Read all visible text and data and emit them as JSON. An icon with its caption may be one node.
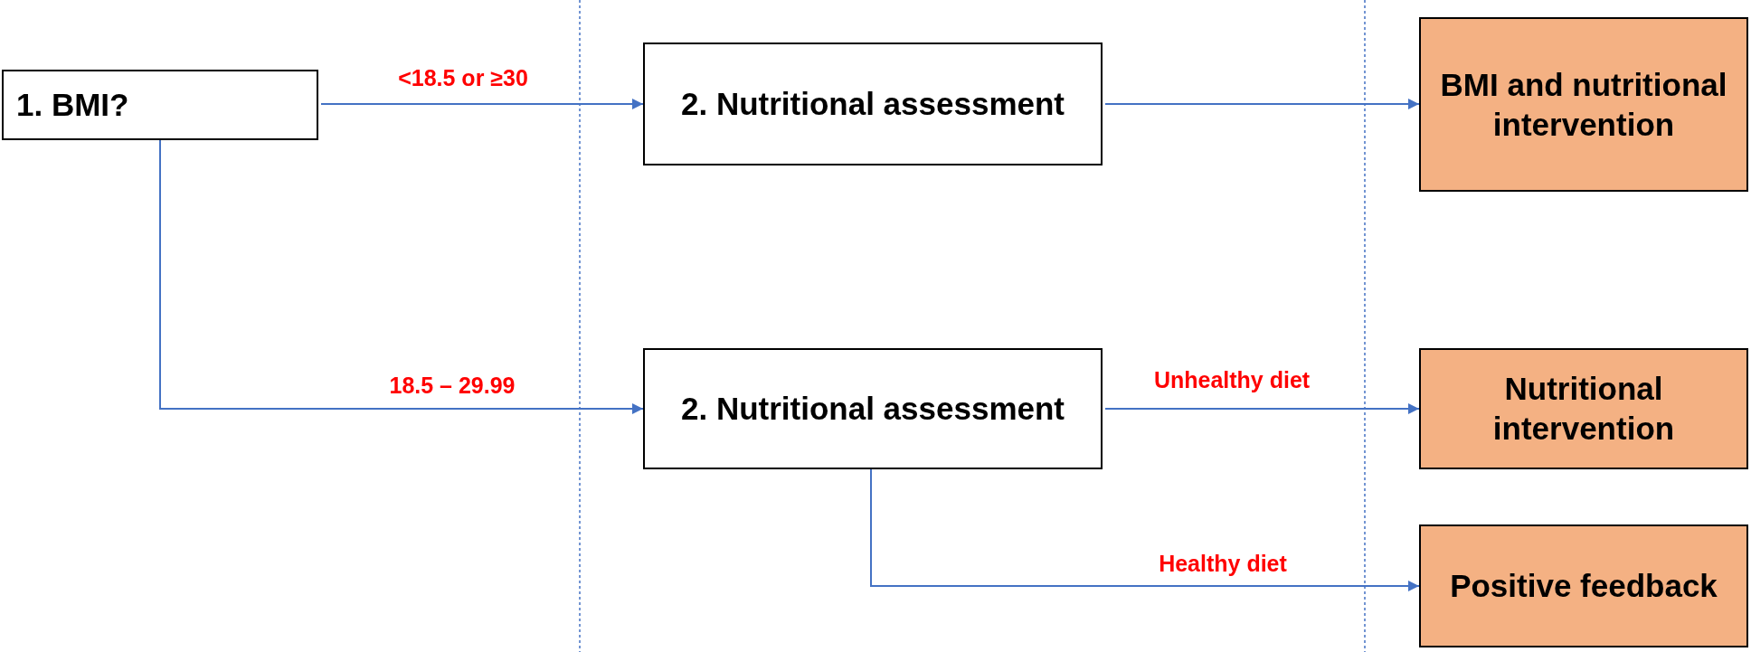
{
  "diagram": {
    "nodes": [
      {
        "text": [
          "1. BMI?"
        ]
      },
      {
        "text": [
          "2. Nutritional assessment"
        ]
      },
      {
        "text": [
          "BMI and nutritional intervention"
        ]
      },
      {
        "text": [
          "2. Nutritional assessment"
        ]
      },
      {
        "text": [
          "Nutritional intervention"
        ]
      },
      {
        "text": [
          "Positive feedback"
        ]
      }
    ],
    "edges": [
      {
        "from": 0,
        "to": 1,
        "arrow": "to",
        "label": "<18.5 or ≥30"
      },
      {
        "from": 0,
        "to": 3,
        "arrow": "to",
        "label": "18.5 – 29.99"
      },
      {
        "from": 1,
        "to": 2,
        "arrow": "to"
      },
      {
        "from": 3,
        "to": 4,
        "arrow": "to",
        "label": "Unhealthy diet"
      },
      {
        "from": 3,
        "to": 5,
        "arrow": "to",
        "label": "Healthy diet"
      }
    ]
  }
}
